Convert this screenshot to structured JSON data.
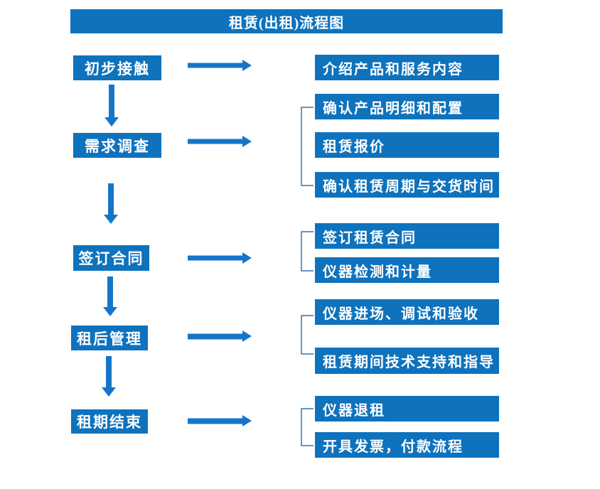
{
  "title": "租赁(出租)流程图",
  "colors": {
    "box": "#0E72BD",
    "arrow": "#1576C9",
    "bracket": "#2E75B6",
    "text": "#FFFFFF",
    "background": "#FFFFFF"
  },
  "steps": [
    {
      "label": "初步接触",
      "details": [
        "介绍产品和服务内容"
      ]
    },
    {
      "label": "需求调查",
      "details": [
        "确认产品明细和配置",
        "租赁报价",
        "确认租赁周期与交货时间"
      ]
    },
    {
      "label": "签订合同",
      "details": [
        "签订租赁合同",
        "仪器检测和计量"
      ]
    },
    {
      "label": "租后管理",
      "details": [
        "仪器进场、调试和验收",
        "租赁期间技术支持和指导"
      ]
    },
    {
      "label": "租期结束",
      "details": [
        "仪器退租",
        "开具发票，付款流程"
      ]
    }
  ]
}
